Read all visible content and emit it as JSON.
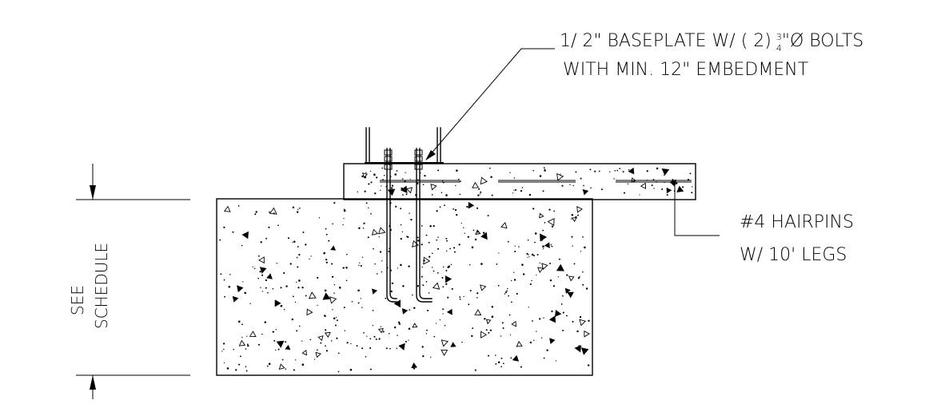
{
  "notes": {
    "baseplate": {
      "line1_prefix": "1/ 2\" BASEPLATE W/ ( 2)",
      "fraction_num": "3",
      "fraction_den": "4",
      "line1_suffix": "\"Ø BOLTS",
      "line2": "WITH MIN. 12\" EMBEDMENT"
    },
    "hairpins": {
      "line1": "#4 HAIRPINS",
      "line2": "W/ 10' LEGS"
    },
    "dimension": {
      "line1": "SEE",
      "line2": "SCHEDULE"
    }
  },
  "style": {
    "ink": "#000000",
    "background": "#ffffff"
  }
}
